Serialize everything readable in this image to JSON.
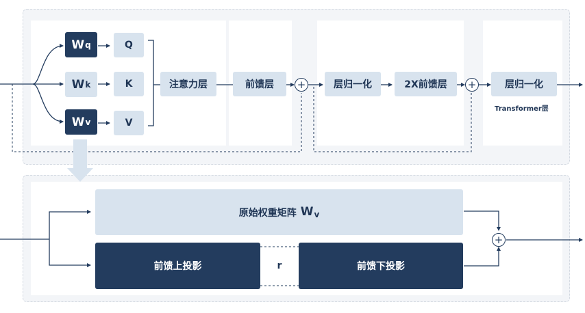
{
  "top": {
    "wq": {
      "main": "W",
      "sub": "q"
    },
    "wk": {
      "main": "W",
      "sub": "k"
    },
    "wv": {
      "main": "W",
      "sub": "v"
    },
    "q": "Q",
    "k": "K",
    "v": "V",
    "attention": "注意力层",
    "ffn": "前馈层",
    "layernorm1": "层归一化",
    "ffn2x": "2X前馈层",
    "layernorm2": "层归一化",
    "transformer_label": "Transformer层",
    "add_symbol": "+"
  },
  "bottom": {
    "original_weight": "原始权重矩阵",
    "original_weight_symbol": {
      "main": "W",
      "sub": "v"
    },
    "up_proj": "前馈上投影",
    "rank": "r",
    "down_proj": "前馈下投影",
    "add_symbol": "+"
  },
  "colors": {
    "dark_box": "#233c5e",
    "light_box": "#d8e3ee",
    "panel": "#f3f5f8",
    "line": "#233c5e",
    "arrow_down": "#d8e3ee"
  }
}
